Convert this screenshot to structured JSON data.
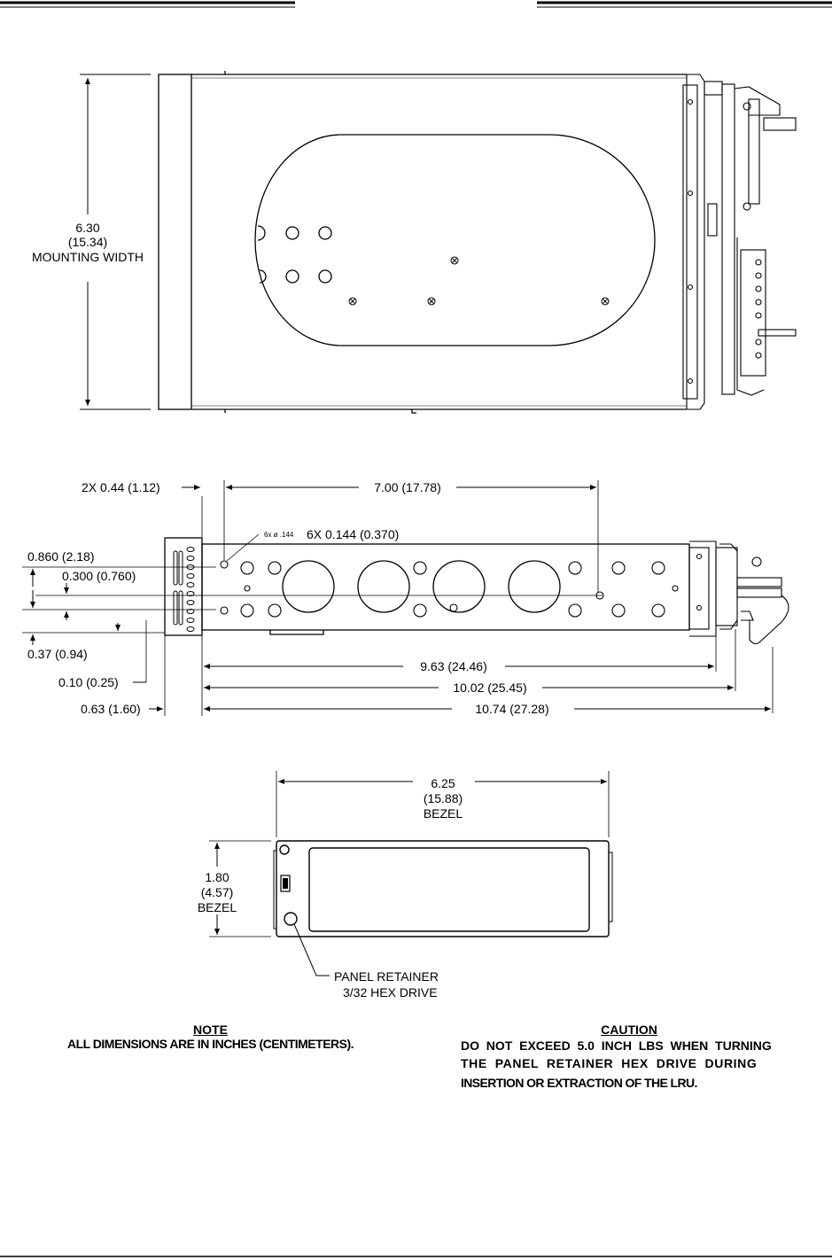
{
  "top_view": {
    "width_value": "6.30",
    "width_cm": "(15.34)",
    "width_label": "MOUNTING  WIDTH"
  },
  "side_view": {
    "end_offset": "2X  0.44  (1.12)",
    "hole_spacing": "7.00  (17.78)",
    "hole_callout_small": "6x ø .144",
    "hole_callout": "6X  0.144  (0.370)",
    "dim_upper": "0.860  (2.18)",
    "dim_mid": "0.300  (0.760)",
    "dim_lower": "0.37  (0.94)",
    "dim_flange": "0.10  (0.25)",
    "dim_bezel_depth": "0.63  (1.60)",
    "len_1": "9.63  (24.46)",
    "len_2": "10.02  (25.45)",
    "len_3": "10.74  (27.28)"
  },
  "front_view": {
    "bezel_width_in": "6.25",
    "bezel_width_cm": "(15.88)",
    "bezel_width_label": "BEZEL",
    "bezel_height_in": "1.80",
    "bezel_height_cm": "(4.57)",
    "bezel_height_label": "BEZEL",
    "retainer_line1": "PANEL  RETAINER",
    "retainer_line2": "3/32  HEX  DRIVE"
  },
  "note": {
    "title": "NOTE",
    "text": "ALL DIMENSIONS ARE IN INCHES (CENTIMETERS)."
  },
  "caution": {
    "title": "CAUTION",
    "line1": "DO  NOT  EXCEED  5.0  INCH  LBS  WHEN  TURNING",
    "line2": "THE  PANEL  RETAINER  HEX  DRIVE  DURING",
    "line3": "INSERTION OR EXTRACTION OF THE LRU."
  }
}
